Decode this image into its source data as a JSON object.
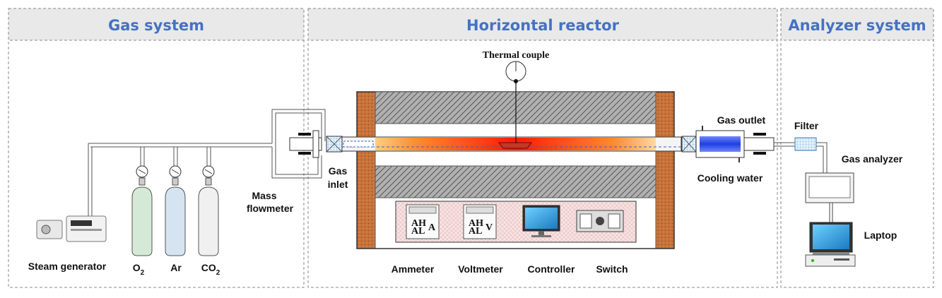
{
  "panels": {
    "gas_system": "Gas system",
    "horizontal_reactor": "Horizontal reactor",
    "analyzer_system": "Analyzer system"
  },
  "labels": {
    "steam_generator": "Steam generator",
    "o2_main": "O",
    "o2_sub": "2",
    "ar": "Ar",
    "co2_main": "CO",
    "co2_sub": "2",
    "mass_flowmeter_1": "Mass",
    "mass_flowmeter_2": "flowmeter",
    "gas_inlet_1": "Gas",
    "gas_inlet_2": "inlet",
    "thermal_couple": "Thermal couple",
    "gas_outlet": "Gas outlet",
    "cooling_water": "Cooling water",
    "filter": "Filter",
    "gas_analyzer": "Gas analyzer",
    "laptop": "Laptop",
    "ammeter": "Ammeter",
    "voltmeter": "Voltmeter",
    "controller": "Controller",
    "switch": "Switch"
  },
  "meters": {
    "ammeter_unit": "A",
    "voltmeter_unit": "V",
    "ah": "AH",
    "al": "AL"
  },
  "colors": {
    "title": "#4472c4",
    "furnace_brick": "#c8733a",
    "heater_hatch": "#8c8c8c",
    "flame_hot": "#ff1a00",
    "flame_warm": "#ff9a3c",
    "cooling": "#1f3fe0",
    "cylinder_o2": "#d4ead6",
    "cylinder_ar": "#d6e4f2",
    "cylinder_co2": "#f0f0f0",
    "screen": "#2f9fe0"
  }
}
